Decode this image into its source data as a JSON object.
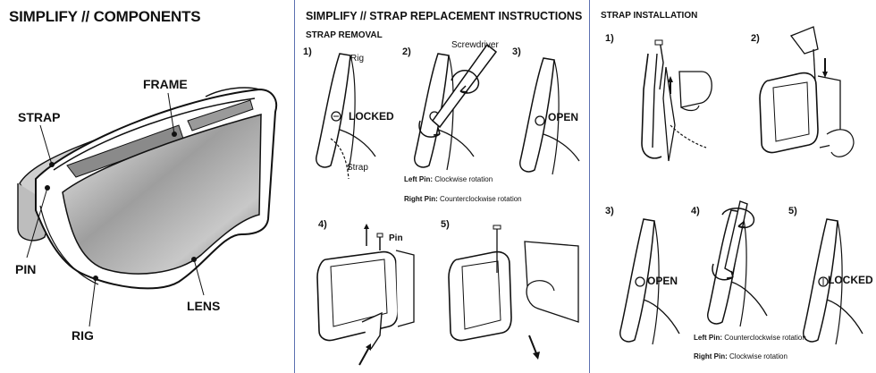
{
  "components": {
    "title": "SIMPLIFY // COMPONENTS",
    "labels": {
      "frame": "FRAME",
      "strap": "STRAP",
      "pin": "PIN",
      "lens": "LENS",
      "rig": "RIG"
    }
  },
  "replacement": {
    "title": "SIMPLIFY // STRAP REPLACEMENT INSTRUCTIONS",
    "removal_heading": "STRAP REMOVAL",
    "steps": {
      "s1": "1)",
      "s2": "2)",
      "s3": "3)",
      "s4": "4)",
      "s5": "5)"
    },
    "rig": "Rig",
    "locked": "LOCKED",
    "strap": "Strap",
    "screwdriver": "Screwdriver",
    "open": "OPEN",
    "pin": "Pin",
    "left_pin_label": "Left Pin:",
    "left_pin_text": "Clockwise rotation",
    "right_pin_label": "Right Pin:",
    "right_pin_text": "Counterclockwise rotation"
  },
  "installation": {
    "title": "STRAP INSTALLATION",
    "steps": {
      "s1": "1)",
      "s2": "2)",
      "s3": "3)",
      "s4": "4)",
      "s5": "5)"
    },
    "open": "OPEN",
    "locked": "LOCKED",
    "left_pin_label": "Left Pin:",
    "left_pin_text": "Counterclockwise rotation",
    "right_pin_label": "Right Pin:",
    "right_pin_text": "Clockwise rotation"
  }
}
